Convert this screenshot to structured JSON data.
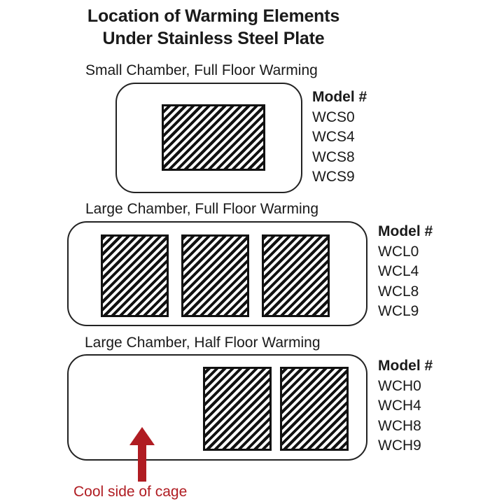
{
  "title": {
    "line1": "Location of Warming Elements",
    "line2": "Under Stainless Steel Plate"
  },
  "sections": [
    {
      "label": "Small Chamber, Full Floor Warming",
      "model_header": "Model #",
      "models": [
        "WCS0",
        "WCS4",
        "WCS8",
        "WCS9"
      ]
    },
    {
      "label": "Large Chamber, Full Floor Warming",
      "model_header": "Model #",
      "models": [
        "WCL0",
        "WCL4",
        "WCL8",
        "WCL9"
      ]
    },
    {
      "label": "Large Chamber, Half Floor Warming",
      "model_header": "Model #",
      "models": [
        "WCH0",
        "WCH4",
        "WCH8",
        "WCH9"
      ]
    }
  ],
  "cool_side_label": "Cool side of cage",
  "colors": {
    "accent": "#b01c22",
    "outline": "#222222",
    "hatch": "#111111"
  }
}
